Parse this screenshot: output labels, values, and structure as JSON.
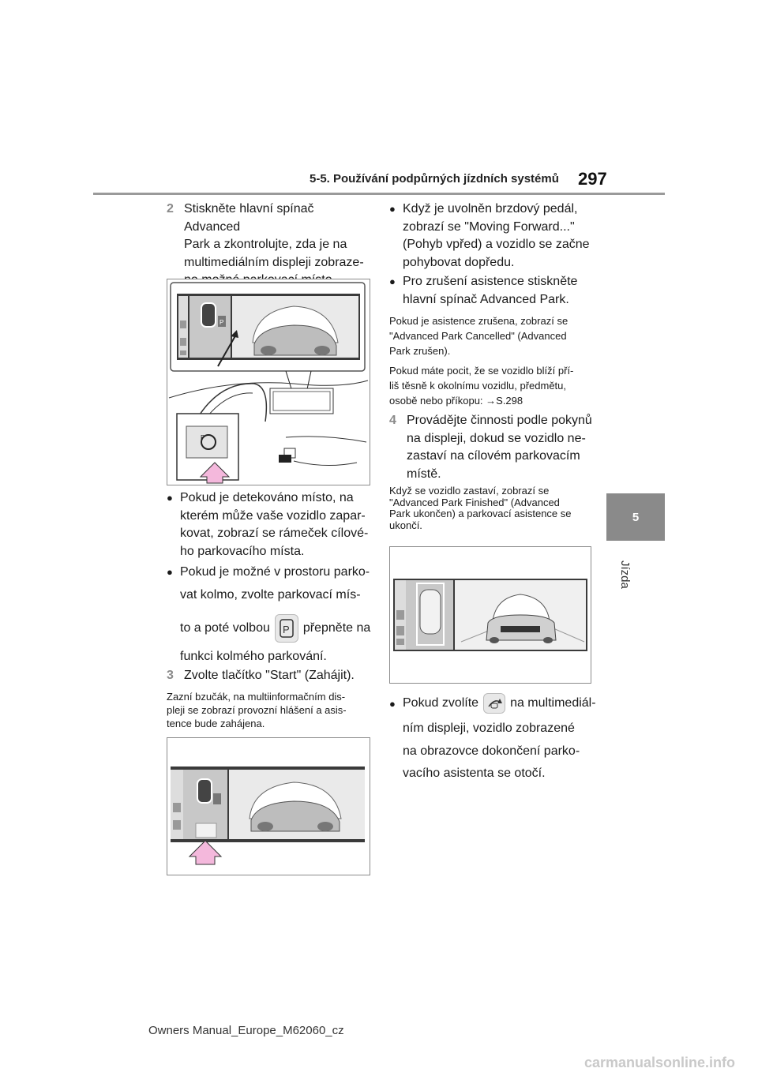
{
  "header": {
    "section": "5-5. Používání podpůrných jízdních systémů",
    "page_number": "297"
  },
  "side_tab": {
    "chapter_number": "5",
    "chapter_title": "Jízda"
  },
  "left_column": {
    "step2_number": "2",
    "step2_text": [
      "Stiskněte hlavní spínač Advanced",
      "Park a zkontrolujte, zda je na",
      "multimediálním displeji zobraze-",
      "no možné parkovací místo."
    ],
    "bullet1": [
      "Pokud je detekováno místo, na",
      "kterém může vaše vozidlo zapar-",
      "kovat, zobrazí se rámeček cílové-",
      "ho parkovacího místa."
    ],
    "bullet2_line1": "Pokud je možné v prostoru parko-",
    "bullet2_line2": "vat kolmo, zvolte parkovací mís-",
    "bullet2_line3a": "to a poté volbou",
    "bullet2_line3b": "přepněte na",
    "bullet2_line4": "funkci kolmého parkování.",
    "step3_number": "3",
    "step3_text": "Zvolte tlačítko \"Start\" (Zahájit).",
    "note3": [
      "Zazní bzučák, na multiinformačním dis-",
      "pleji se zobrazí provozní hlášení a asis-",
      "tence bude zahájena."
    ]
  },
  "right_column": {
    "bullet3": [
      "Když je uvolněn brzdový pedál,",
      "zobrazí se \"Moving Forward...\"",
      "(Pohyb vpřed) a vozidlo se začne",
      "pohybovat dopředu."
    ],
    "bullet4": [
      "Pro zrušení asistence stiskněte",
      "hlavní spínač Advanced Park."
    ],
    "note_cancel": [
      "Pokud je asistence zrušena, zobrazí se",
      "\"Advanced Park Cancelled\" (Advanced",
      "Park zrušen)."
    ],
    "note_close": [
      "Pokud máte pocit, že se vozidlo blíží pří-",
      "liš těsně k okolnímu vozidlu, předmětu,",
      "osobě nebo příkopu: →S.298"
    ],
    "step4_number": "4",
    "step4_text": [
      "Provádějte činnosti podle pokynů",
      "na displeji, dokud se vozidlo ne-",
      "zastaví na cílovém parkovacím",
      "místě."
    ],
    "note4": [
      "Když se vozidlo zastaví, zobrazí se",
      "\"Advanced Park Finished\" (Advanced",
      "Park ukončen) a parkovací asistence se",
      "ukončí."
    ],
    "bullet5_a": "Pokud zvolíte",
    "bullet5_b": "na multimediál-",
    "bullet5_rest": [
      "ním displeji, vozidlo zobrazené",
      "na obrazovce dokončení parko-",
      "vacího asistenta se otočí."
    ]
  },
  "footer": {
    "manual": "Owners Manual_Europe_M62060_cz",
    "watermark": "carmanualsonline.info"
  },
  "icons": {
    "bullet": "●",
    "parking_icon_label": "P"
  }
}
